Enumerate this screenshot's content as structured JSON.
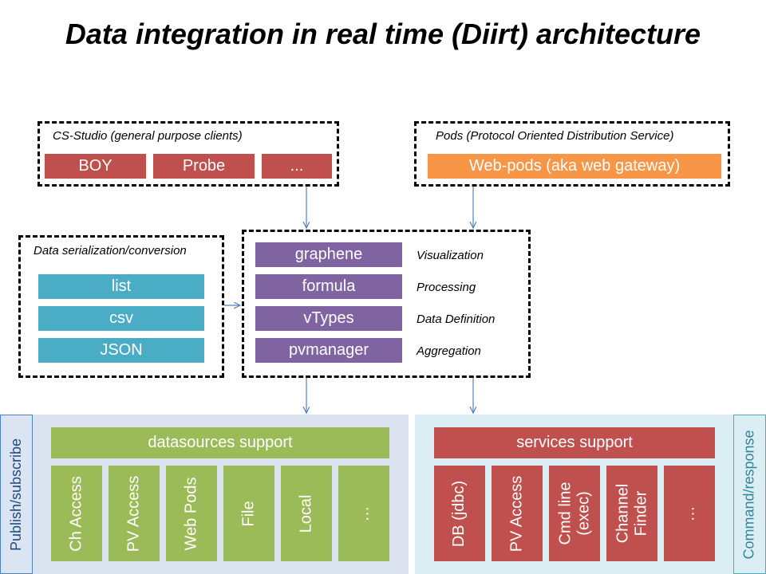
{
  "title": "Data integration in real time (Diirt) architecture",
  "cs_studio": {
    "label": "CS-Studio (general purpose clients)",
    "items": [
      "BOY",
      "Probe",
      "..."
    ]
  },
  "pods": {
    "label": "Pods (Protocol Oriented Distribution Service)",
    "item": "Web-pods (aka web gateway)"
  },
  "serialization": {
    "label": "Data serialization/conversion",
    "items": [
      "list",
      "csv",
      "JSON"
    ]
  },
  "core": {
    "layers": [
      {
        "name": "graphene",
        "role": "Visualization"
      },
      {
        "name": "formula",
        "role": "Processing"
      },
      {
        "name": "vTypes",
        "role": "Data Definition"
      },
      {
        "name": "pvmanager",
        "role": "Aggregation"
      }
    ]
  },
  "datasources": {
    "side_label": "Publish/subscribe",
    "header": "datasources support",
    "items": [
      "Ch Access",
      "PV Access",
      "Web Pods",
      "File",
      "Local",
      "…"
    ]
  },
  "services": {
    "side_label": "Command/response",
    "header": "services support",
    "items": [
      "DB (jdbc)",
      "PV Access",
      "Cmd line\n(exec)",
      "Channel\nFinder",
      "…"
    ]
  },
  "colors": {
    "client_red": "#c0504d",
    "gateway_orange": "#f79646",
    "serialization_teal": "#4bacc6",
    "core_purple": "#8064a2",
    "datasource_green": "#9bbb59",
    "arrow_blue": "#4f81bd"
  }
}
